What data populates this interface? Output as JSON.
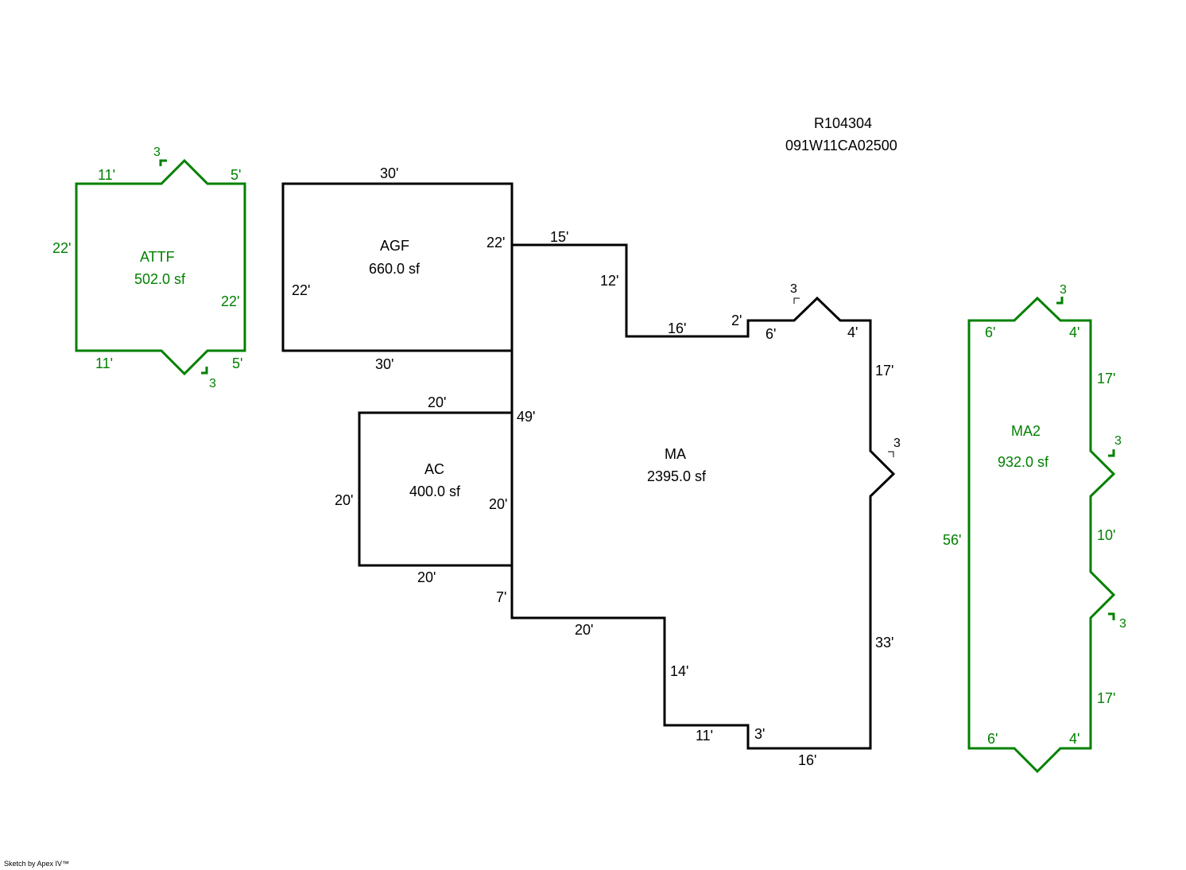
{
  "header": {
    "parcel_id": "R104304",
    "map_number": "091W11CA02500"
  },
  "credit": "Sketch by Apex IV™",
  "colors": {
    "main": "#000000",
    "green": "#008000"
  },
  "areas": {
    "agf": {
      "name": "AGF",
      "area": "660.0 sf",
      "dims": {
        "top": "30'",
        "bottom": "30'",
        "left": "22'",
        "right": "22'"
      }
    },
    "ac": {
      "name": "AC",
      "area": "400.0 sf",
      "dims": {
        "top": "20'",
        "bottom": "20'",
        "left": "20'",
        "right": "20'"
      }
    },
    "ma": {
      "name": "MA",
      "area": "2395.0 sf",
      "dims": {
        "d15": "15'",
        "d12": "12'",
        "d16_top": "16'",
        "d2": "2'",
        "d6": "6'",
        "pitch": "3",
        "d4": "4'",
        "d17": "17'",
        "pitch_right": "3",
        "d33": "33'",
        "d16_bottom": "16'",
        "d3": "3'",
        "d11": "11'",
        "d14": "14'",
        "d20": "20'",
        "d7": "7'",
        "d49": "49'"
      }
    },
    "attf": {
      "name": "ATTF",
      "area": "502.0 sf",
      "dims": {
        "top_left": "11'",
        "top_right": "5'",
        "pitch_top": "3",
        "left": "22'",
        "right": "22'",
        "bottom_left": "11'",
        "bottom_right": "5'",
        "pitch_bottom": "3"
      }
    },
    "ma2": {
      "name": "MA2",
      "area": "932.0 sf",
      "dims": {
        "top_left": "6'",
        "top_right": "4'",
        "pitch_top": "3",
        "right_upper": "17'",
        "pitch_right_upper": "3",
        "right_mid": "10'",
        "pitch_right_lower": "3",
        "right_lower": "17'",
        "left": "56'",
        "bottom_left": "6'",
        "bottom_right": "4'"
      }
    }
  }
}
